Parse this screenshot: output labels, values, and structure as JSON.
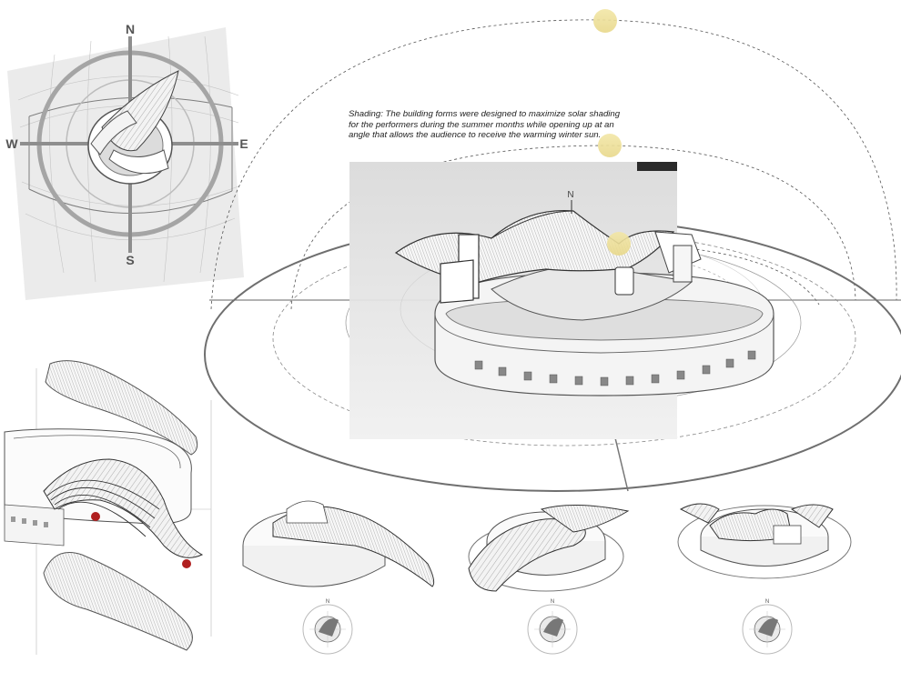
{
  "caption": "Shading: The building forms were designed to maximize solar shading for the performers during the summer months while opening up at an angle that allows the audience to receive the warming winter sun.",
  "compass": {
    "north": "N",
    "south": "S",
    "east": "E",
    "west": "W"
  },
  "main_model": {
    "north_label": "N"
  },
  "mini_plans": [
    {
      "north_label": "N"
    },
    {
      "north_label": "N"
    },
    {
      "north_label": "N"
    }
  ],
  "colors": {
    "sun": "#efe29e",
    "background": "#ffffff",
    "render_bg": "#e6e6e6",
    "ring": "#7a7a7a",
    "marker": "#b01f1f"
  }
}
